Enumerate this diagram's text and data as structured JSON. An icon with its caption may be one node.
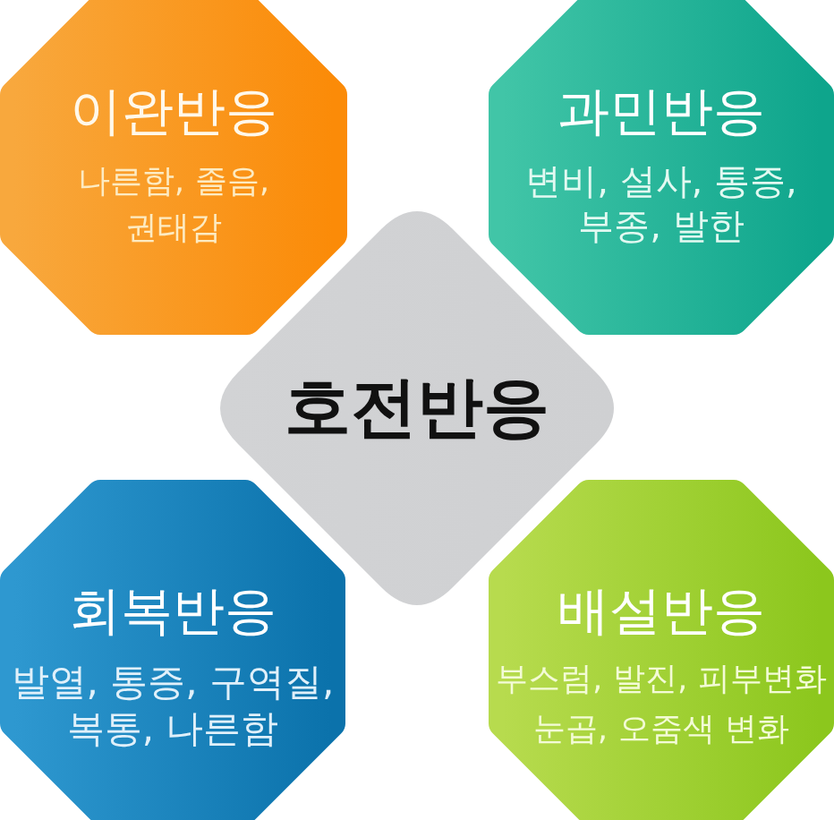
{
  "diagram": {
    "nodes": [
      {
        "text": [
          "이완반응",
          "나른함, 졸음, 권태감"
        ]
      },
      {
        "text": [
          "과민반응",
          "변비, 설사, 통증, 부종, 발한"
        ]
      },
      {
        "text": [
          "호전반응"
        ]
      },
      {
        "text": [
          "회복반응",
          "발열, 통증, 구역질, 복통, 나른함"
        ]
      },
      {
        "text": [
          "배설반응",
          "부스럼, 발진, 피부변화 눈곱, 오줌색 변화"
        ]
      }
    ]
  }
}
